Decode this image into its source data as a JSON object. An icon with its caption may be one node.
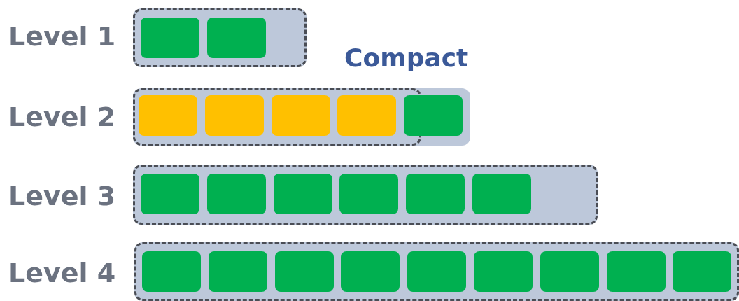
{
  "diagram": {
    "nodes": [
      {
        "text": [],
        "shape": "bar"
      },
      {
        "text": [],
        "shape": "box",
        "in": 0
      },
      {
        "text": [],
        "shape": "box",
        "in": 0
      },
      {
        "text": [],
        "shape": "bar"
      },
      {
        "text": [],
        "shape": "box",
        "in": 3
      },
      {
        "text": [],
        "shape": "box",
        "in": 3
      },
      {
        "text": [],
        "shape": "box",
        "in": 3
      },
      {
        "text": [],
        "shape": "box",
        "in": 3
      },
      {
        "text": [],
        "shape": "box",
        "in": 3
      },
      {
        "text": [],
        "shape": "bar"
      },
      {
        "text": [],
        "shape": "box",
        "in": 9
      },
      {
        "text": [],
        "shape": "box",
        "in": 9
      },
      {
        "text": [],
        "shape": "box",
        "in": 9
      },
      {
        "text": [],
        "shape": "box",
        "in": 9
      },
      {
        "text": [],
        "shape": "box",
        "in": 9
      },
      {
        "text": [],
        "shape": "box",
        "in": 9
      },
      {
        "text": [],
        "shape": "bar"
      },
      {
        "text": [],
        "shape": "box",
        "in": 16
      },
      {
        "text": [],
        "shape": "box",
        "in": 16
      },
      {
        "text": [],
        "shape": "box",
        "in": 16
      },
      {
        "text": [],
        "shape": "box",
        "in": 16
      },
      {
        "text": [],
        "shape": "box",
        "in": 16
      },
      {
        "text": [],
        "shape": "box",
        "in": 16
      },
      {
        "text": [],
        "shape": "box",
        "in": 16
      },
      {
        "text": [],
        "shape": "box",
        "in": 16
      },
      {
        "text": [],
        "shape": "box",
        "in": 16
      }
    ],
    "labels": [
      "Level 1",
      "Compact",
      "Level 2",
      "Level 3",
      "Level 4"
    ]
  }
}
